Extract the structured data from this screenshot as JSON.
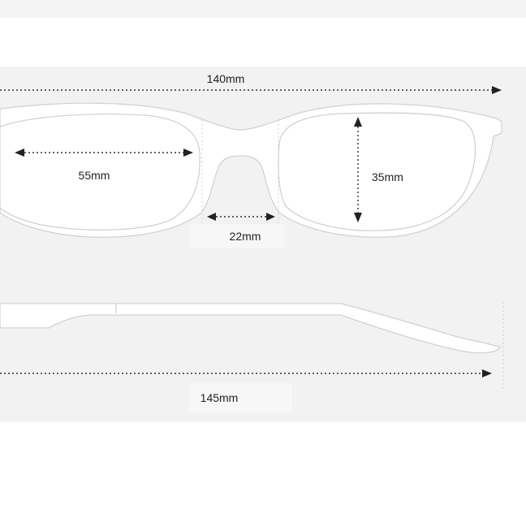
{
  "colors": {
    "page_background": "#ffffff",
    "panel_background": "#f2f2f2",
    "frame_outline": "#d2d2d2",
    "dimension_line": "#333333",
    "label_text": "#222222"
  },
  "dimensions": {
    "total_width": "140mm",
    "lens_width": "55mm",
    "lens_height": "35mm",
    "bridge_width": "22mm",
    "temple_length": "145mm"
  }
}
